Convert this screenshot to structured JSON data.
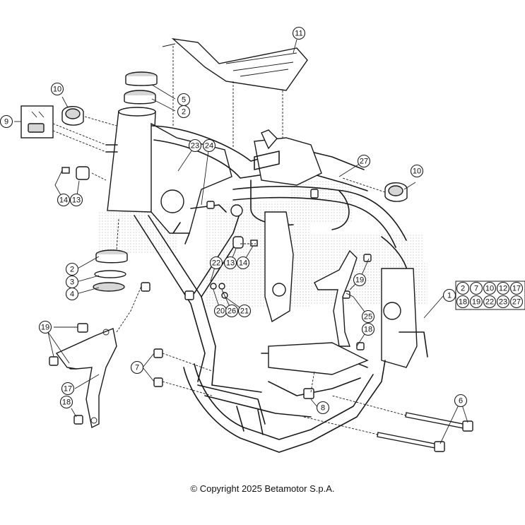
{
  "diagram": {
    "callouts": [
      {
        "id": "c1",
        "label": "1"
      },
      {
        "id": "c2a",
        "label": "2"
      },
      {
        "id": "c2b",
        "label": "2"
      },
      {
        "id": "c3",
        "label": "3"
      },
      {
        "id": "c4",
        "label": "4"
      },
      {
        "id": "c5",
        "label": "5"
      },
      {
        "id": "c6",
        "label": "6"
      },
      {
        "id": "c7",
        "label": "7"
      },
      {
        "id": "c8",
        "label": "8"
      },
      {
        "id": "c9",
        "label": "9"
      },
      {
        "id": "c10a",
        "label": "10"
      },
      {
        "id": "c10b",
        "label": "10"
      },
      {
        "id": "c11",
        "label": "11"
      },
      {
        "id": "c13a",
        "label": "13"
      },
      {
        "id": "c13b",
        "label": "13"
      },
      {
        "id": "c14a",
        "label": "14"
      },
      {
        "id": "c14b",
        "label": "14"
      },
      {
        "id": "c17",
        "label": "17"
      },
      {
        "id": "c18a",
        "label": "18"
      },
      {
        "id": "c18b",
        "label": "18"
      },
      {
        "id": "c19a",
        "label": "19"
      },
      {
        "id": "c19b",
        "label": "19"
      },
      {
        "id": "c20",
        "label": "20"
      },
      {
        "id": "c21",
        "label": "21"
      },
      {
        "id": "c22",
        "label": "22"
      },
      {
        "id": "c23",
        "label": "23"
      },
      {
        "id": "c24",
        "label": "24"
      },
      {
        "id": "c25",
        "label": "25"
      },
      {
        "id": "c26",
        "label": "26"
      },
      {
        "id": "c27",
        "label": "27"
      }
    ],
    "kit_box": {
      "items": [
        "2",
        "7",
        "10",
        "12",
        "17",
        "18",
        "19",
        "22",
        "23",
        "27"
      ]
    }
  },
  "footer": {
    "copyright": "© Copyright 2025 Betamotor S.p.A."
  }
}
